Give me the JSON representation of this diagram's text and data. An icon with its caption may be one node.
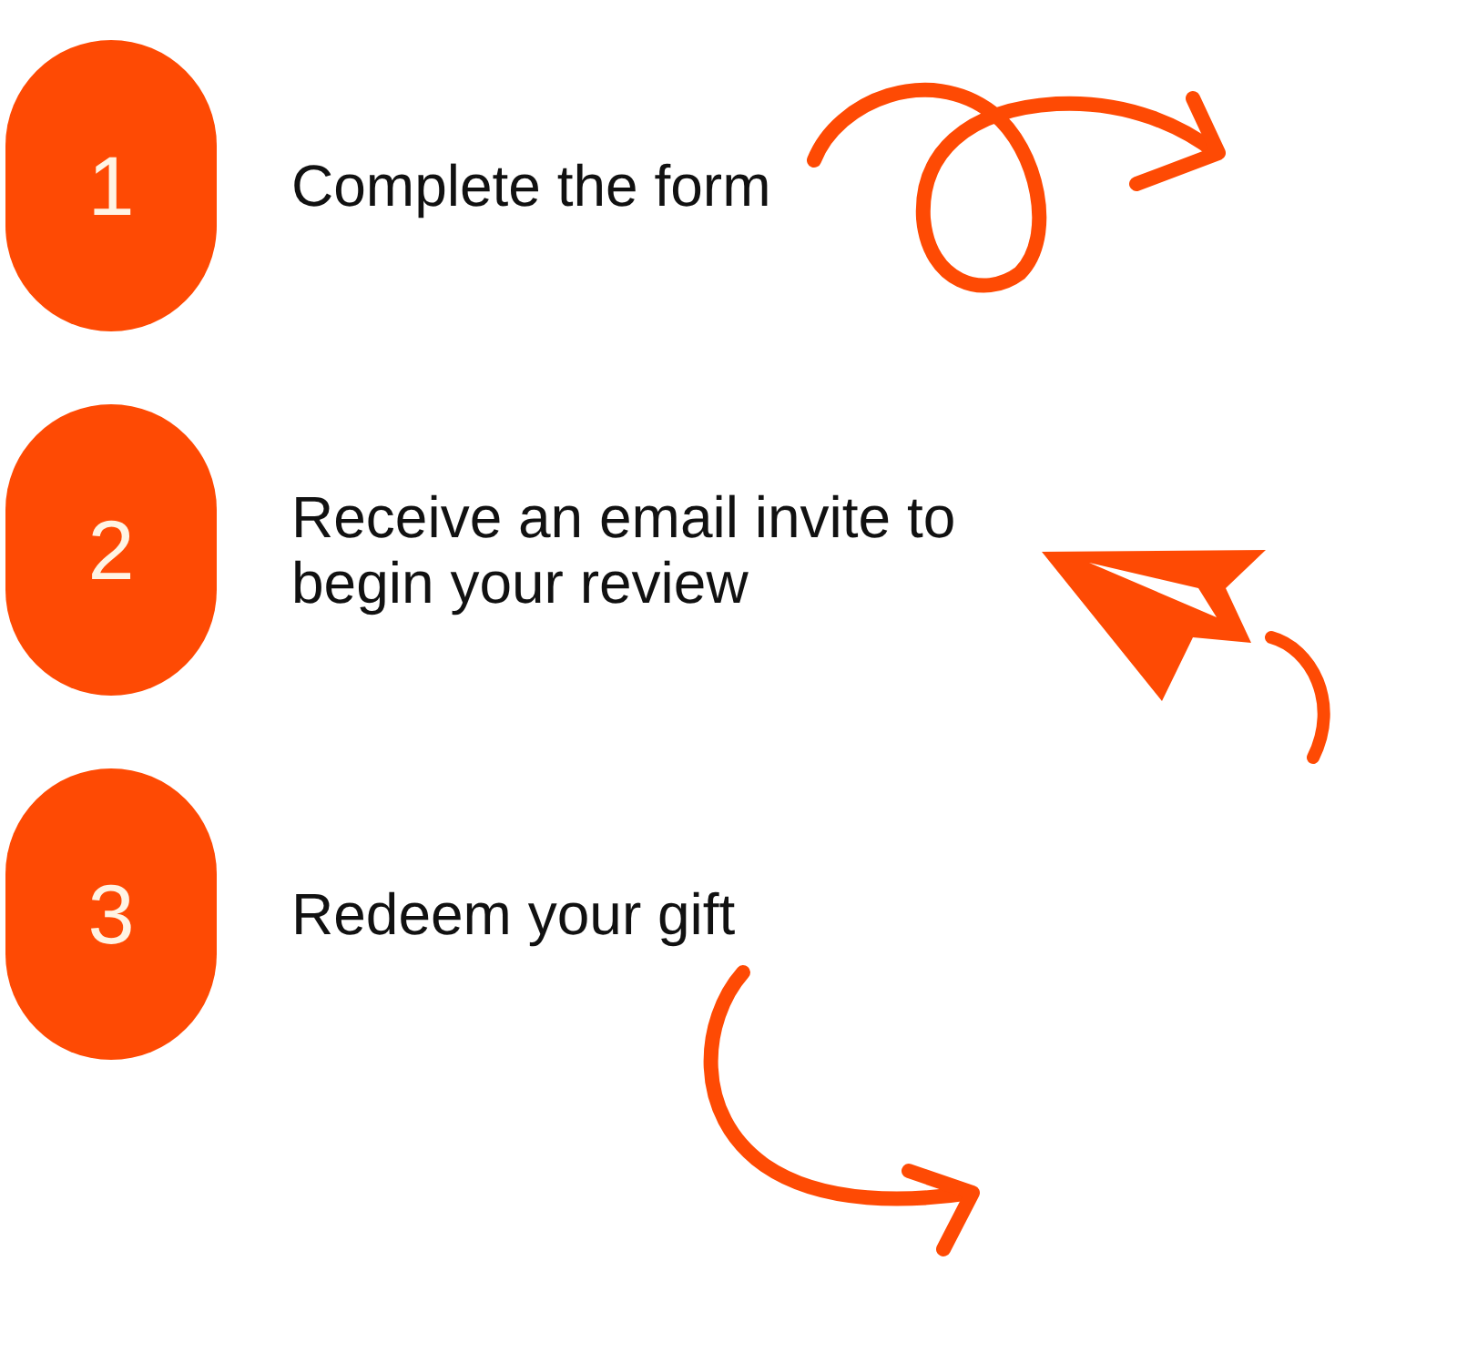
{
  "diagram": {
    "nodes": [
      {
        "text": [
          "1"
        ],
        "beside": [
          "Complete the form"
        ]
      },
      {
        "text": [
          "2"
        ],
        "beside": [
          "Receive an email invite to begin your review"
        ]
      },
      {
        "text": [
          "3"
        ],
        "beside": [
          "Redeem your gift"
        ]
      }
    ]
  }
}
